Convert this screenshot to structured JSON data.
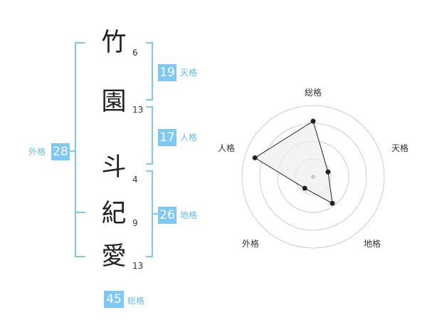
{
  "name_chars": [
    {
      "char": "竹",
      "strokes": "6"
    },
    {
      "char": "園",
      "strokes": "13"
    },
    {
      "char": "斗",
      "strokes": "4"
    },
    {
      "char": "紀",
      "strokes": "9"
    },
    {
      "char": "愛",
      "strokes": "13"
    }
  ],
  "fortunes": {
    "tenkaku": {
      "value": "19",
      "label": "天格"
    },
    "jinkaku": {
      "value": "17",
      "label": "人格"
    },
    "chikaku": {
      "value": "26",
      "label": "地格"
    },
    "gaikaku": {
      "value": "28",
      "label": "外格"
    },
    "soukaku": {
      "value": "45",
      "label": "総格"
    }
  },
  "radar": {
    "axes": [
      "総格",
      "天格",
      "地格",
      "外格",
      "人格"
    ],
    "values": [
      0.78,
      0.22,
      0.46,
      0.2,
      0.86
    ],
    "max": 1
  },
  "colors": {
    "accent": "#7ec8f4",
    "bracket": "#7ec8f4",
    "label": "#6cb8e6",
    "radar_fill": "#eeeeee",
    "grid": "#cccccc"
  }
}
